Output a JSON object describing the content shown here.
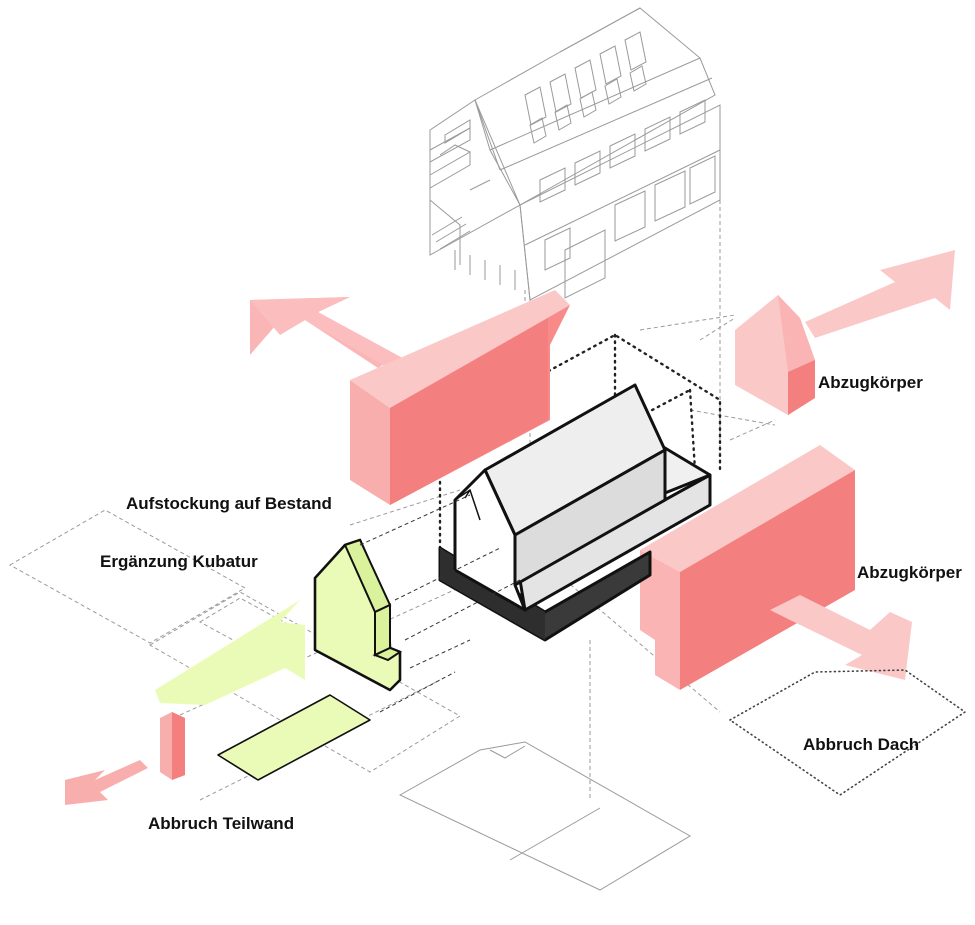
{
  "labels": {
    "aufstockung": "Aufstockung auf Bestand",
    "ergaenzung": "Ergänzung Kubatur",
    "abzug_top": "Abzugkörper",
    "abzug_mid": "Abzugkörper",
    "abbruch_dach": "Abbruch Dach",
    "abbruch_teilwand": "Abbruch Teilwand"
  },
  "colors": {
    "demolition_pink": "#f9aeae",
    "demolition_pink_light": "#fbc8c8",
    "demolition_pink_dark": "#f47f7f",
    "addition_green": "#eafbb8",
    "existing_dark": "#3a3a3a",
    "existing_light": "#e6e6e6"
  }
}
